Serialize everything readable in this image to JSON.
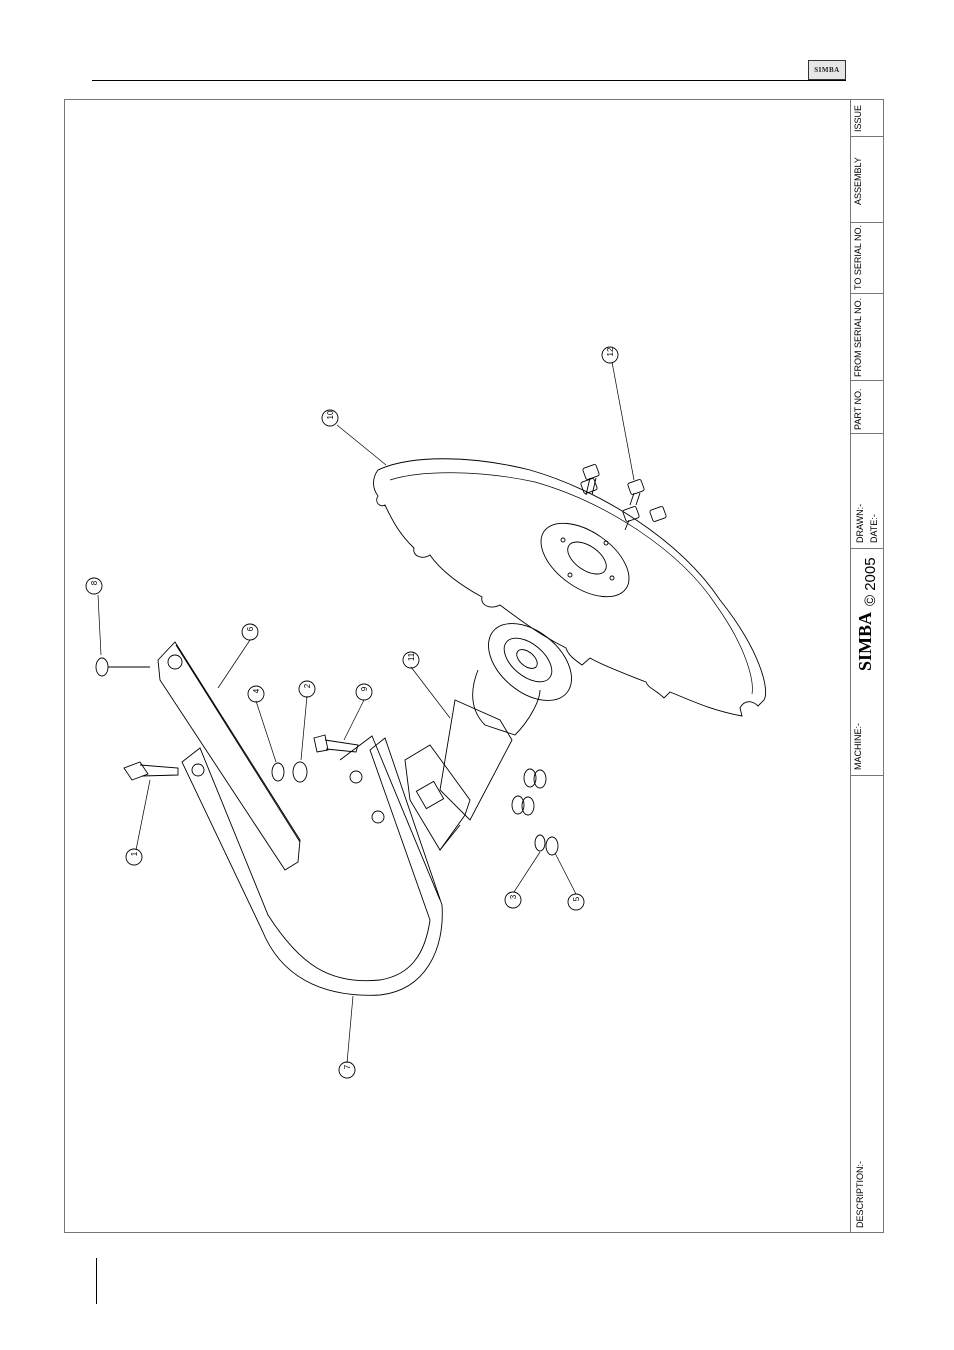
{
  "header": {
    "brand_logo_text": "SIMBA"
  },
  "title_block": {
    "issue_label": "ISSUE",
    "assembly_label": "ASSEMBLY",
    "to_serial_label": "TO SERIAL NO.",
    "from_serial_label": "FROM SERIAL NO.",
    "part_no_label": "PART NO.",
    "drawn_label": "DRAWN:-",
    "date_label": "DATE:-",
    "logo_text": "SIMBA",
    "copyright_text": "© 2005",
    "machine_label": "MACHINE:-",
    "description_label": "DESCRIPTION:-"
  },
  "callouts": [
    "1",
    "2",
    "3",
    "4",
    "5",
    "6",
    "7",
    "8",
    "9",
    "10",
    "11",
    "12"
  ],
  "colors": {
    "line": "#000000",
    "frame": "#777777"
  }
}
